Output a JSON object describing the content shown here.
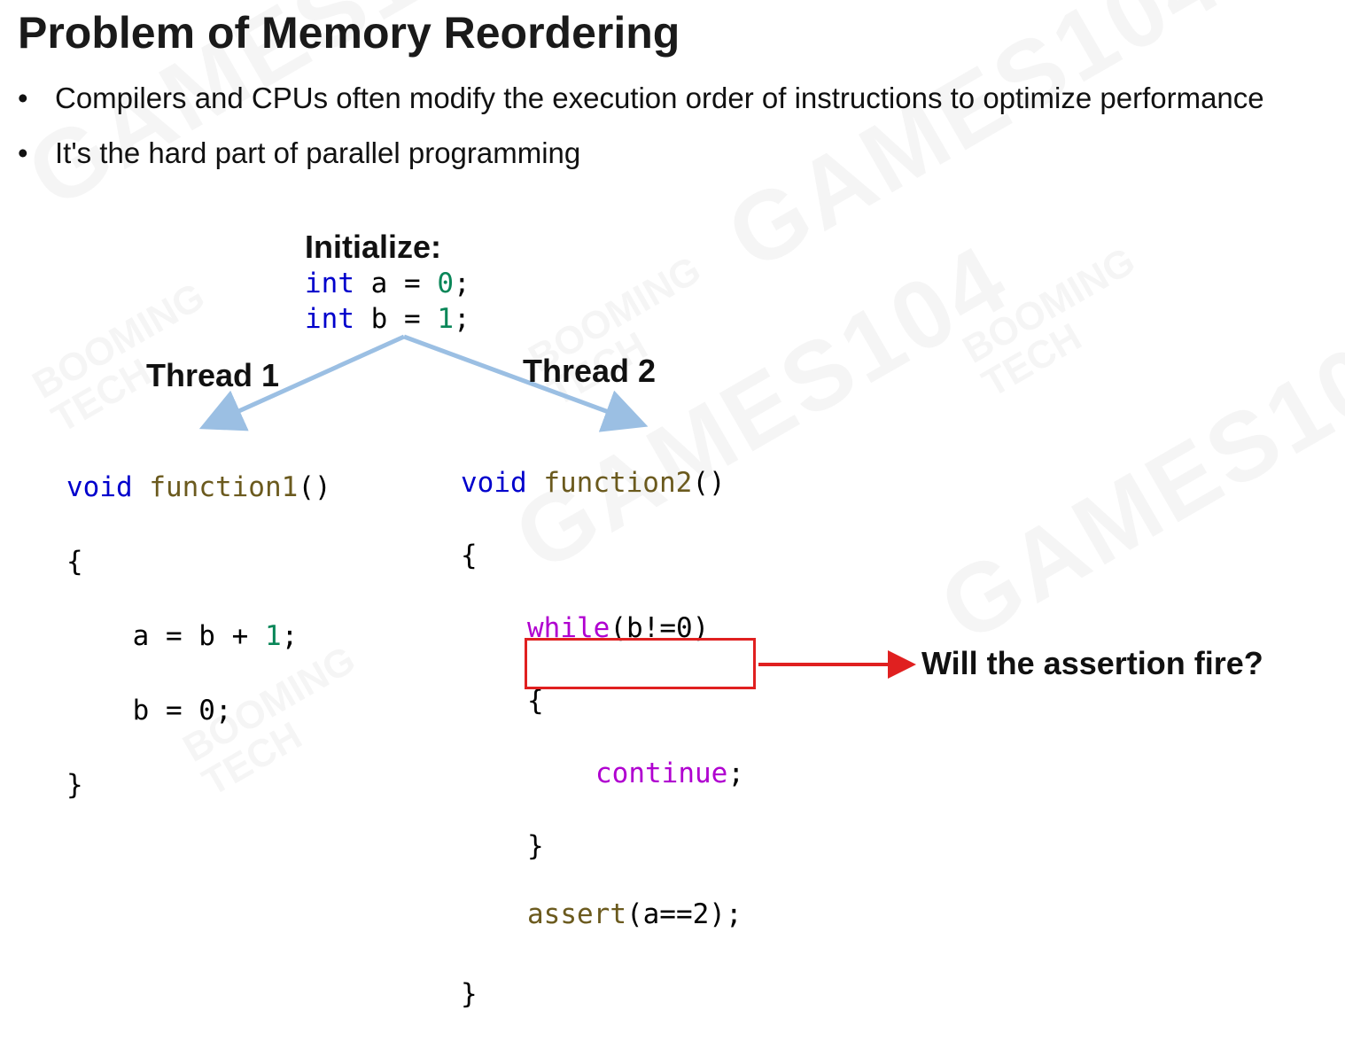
{
  "slide": {
    "title": "Problem of Memory Reordering",
    "bullets": [
      "Compilers and CPUs often modify the execution order of instructions to optimize performance",
      "It's the hard part of parallel programming"
    ],
    "bullet_glyph": "•"
  },
  "init": {
    "label": "Initialize:",
    "line1": {
      "type": "int",
      "name": " a = ",
      "value": "0",
      "end": ";"
    },
    "line2": {
      "type": "int",
      "name": " b = ",
      "value": "1",
      "end": ";"
    }
  },
  "thread1": {
    "label": "Thread 1",
    "sig_kw": "void",
    "sig_fn": "function1",
    "sig_end": "()",
    "open": "{",
    "stmt1_pre": "    a = b + ",
    "stmt1_num": "1",
    "stmt1_end": ";",
    "stmt2": "    b = 0;",
    "close": "}"
  },
  "thread2": {
    "label": "Thread 2",
    "sig_kw": "void",
    "sig_fn": "function2",
    "sig_end": "()",
    "open": "{",
    "while_kw": "while",
    "while_cond": "(b!=0)",
    "inner_open": "{",
    "continue_kw": "continue",
    "continue_end": ";",
    "inner_close": "}",
    "assert_fn": "assert",
    "assert_args": "(a==2);",
    "close": "}"
  },
  "question": "Will the assertion fire?",
  "watermark": {
    "big": "GAMES104",
    "small_line1": "BOOMING",
    "small_line2": "TECH"
  },
  "colors": {
    "arrow_blue": "#9bbfe3",
    "highlight_red": "#e02020",
    "keyword_blue": "#0000cc",
    "function_olive": "#6b5a1e",
    "number_green": "#098658",
    "control_purple": "#b000d0"
  }
}
